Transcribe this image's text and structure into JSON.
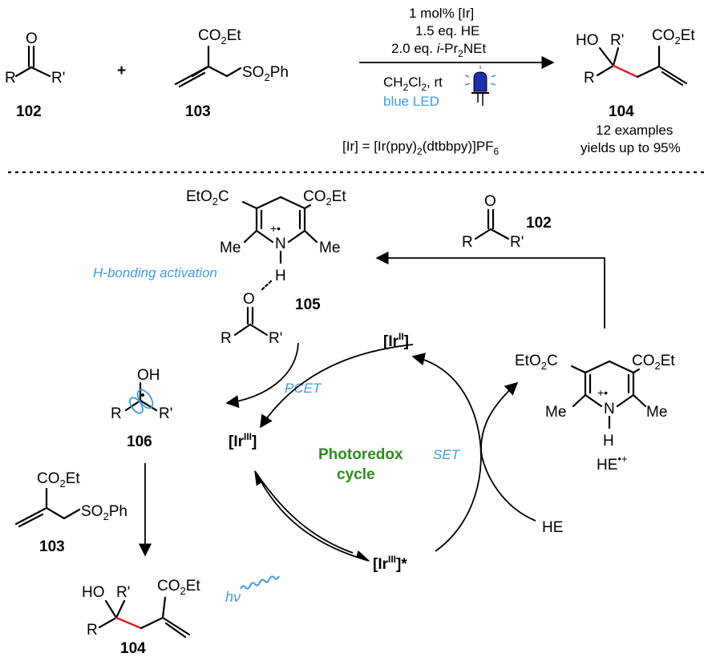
{
  "conditions": {
    "line1": "1 mol% [Ir]",
    "line2": "1.5 eq. HE",
    "line3_pre": "2.0 eq. ",
    "line3_italic": "i",
    "line3_post": "-Pr",
    "line3_sub": "2",
    "line3_end": "NEt",
    "solvent_pre": "CH",
    "solvent_sub1": "2",
    "solvent_mid": "Cl",
    "solvent_sub2": "2",
    "solvent_post": ", rt",
    "light": "blue LED",
    "catalyst_def_pre": "[Ir] = [Ir(ppy)",
    "catalyst_def_sub": "2",
    "catalyst_def_post": "(dtbbpy)]PF",
    "catalyst_def_sub2": "6"
  },
  "compounds": {
    "c102": "102",
    "c103": "103",
    "c104": "104",
    "c105": "105",
    "c106": "106",
    "examples": "12 examples",
    "yields": "yields up to 95%"
  },
  "atoms": {
    "O": "O",
    "R": "R",
    "Rp": "R'",
    "OH": "OH",
    "HO": "HO",
    "H": "H",
    "N": "N",
    "Me": "Me",
    "CO2Et_a": "CO",
    "CO2Et_sub": "2",
    "CO2Et_b": "Et",
    "EtO2C_a": "EtO",
    "EtO2C_sub": "2",
    "EtO2C_b": "C",
    "SO2Ph_a": "SO",
    "SO2Ph_sub": "2",
    "SO2Ph_b": "Ph",
    "radical_cation": "+•",
    "plus": "+"
  },
  "cycle": {
    "title_line1": "Photoredox",
    "title_line2": "cycle",
    "ir_ii_pre": "[Ir",
    "ir_ii_sup": "II",
    "ir_ii_post": "]",
    "ir_iii_pre": "[Ir",
    "ir_iii_sup": "III",
    "ir_iii_post": "]",
    "ir_iii_star_post": "]*",
    "pcet": "PCET",
    "set": "SET",
    "hv": "hν",
    "he": "HE",
    "he_radical": "HE",
    "he_radical_sup": "•+",
    "hbond": "H-bonding activation"
  },
  "colors": {
    "accent_blue": "#3f9be0",
    "green": "#2e8b1e",
    "red_bond": "#e21f1f"
  }
}
